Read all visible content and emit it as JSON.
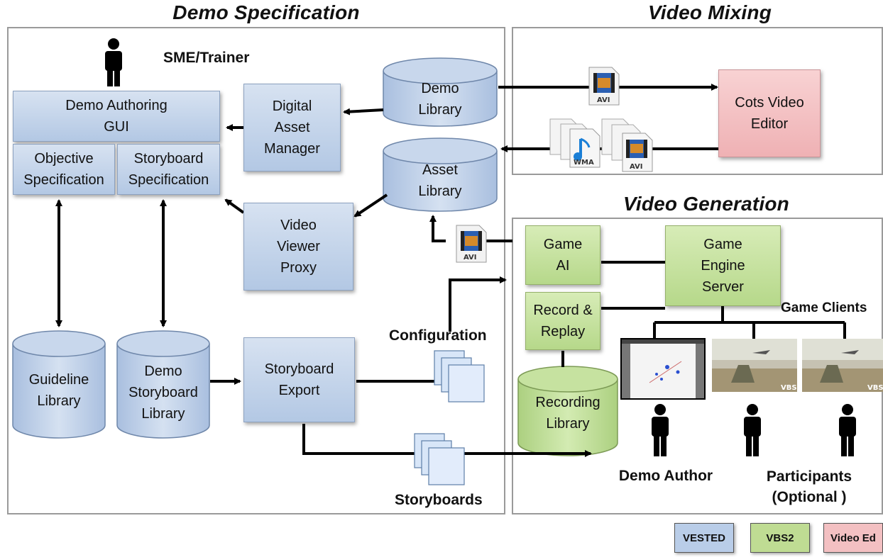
{
  "sections": {
    "demo_specification": "Demo Specification",
    "video_mixing": "Video Mixing",
    "video_generation": "Video Generation"
  },
  "actors": {
    "sme_trainer": "SME/Trainer",
    "demo_author": "Demo Author",
    "participants": "Participants\n(Optional )"
  },
  "boxes": {
    "demo_authoring_gui": "Demo Authoring\nGUI",
    "objective_spec": "Objective\nSpecification",
    "storyboard_spec": "Storyboard\nSpecification",
    "digital_asset_manager": "Digital\nAsset\nManager",
    "video_viewer_proxy": "Video\nViewer\nProxy",
    "storyboard_export": "Storyboard\nExport",
    "cots_video_editor": "Cots Video\nEditor",
    "game_ai": "Game\nAI",
    "game_engine_server": "Game\nEngine\nServer",
    "record_replay": "Record &\nReplay"
  },
  "databases": {
    "demo_library": "Demo\nLibrary",
    "asset_library": "Asset\nLibrary",
    "guideline_library": "Guideline\nLibrary",
    "demo_storyboard_library": "Demo\nStoryboard\nLibrary",
    "recording_library": "Recording\nLibrary"
  },
  "labels": {
    "configuration": "Configuration",
    "storyboards": "Storyboards",
    "game_clients": "Game Clients"
  },
  "file_badges": {
    "avi": "AVI",
    "wma": "WMA",
    "vbs2": "VBS2"
  },
  "legend": [
    {
      "label": "VESTED",
      "color": "#b9cde8"
    },
    {
      "label": "VBS2",
      "color": "#bfdc93"
    },
    {
      "label": "Video Ed",
      "color": "#f3c0c2"
    }
  ],
  "colors": {
    "vested_blue": "#b9cde8",
    "vbs2_green": "#bfdc93",
    "video_ed_pink": "#f3c0c2"
  },
  "icons": [
    "person-icon",
    "video-file-icon",
    "audio-file-icon",
    "document-stack-icon",
    "database-icon"
  ]
}
